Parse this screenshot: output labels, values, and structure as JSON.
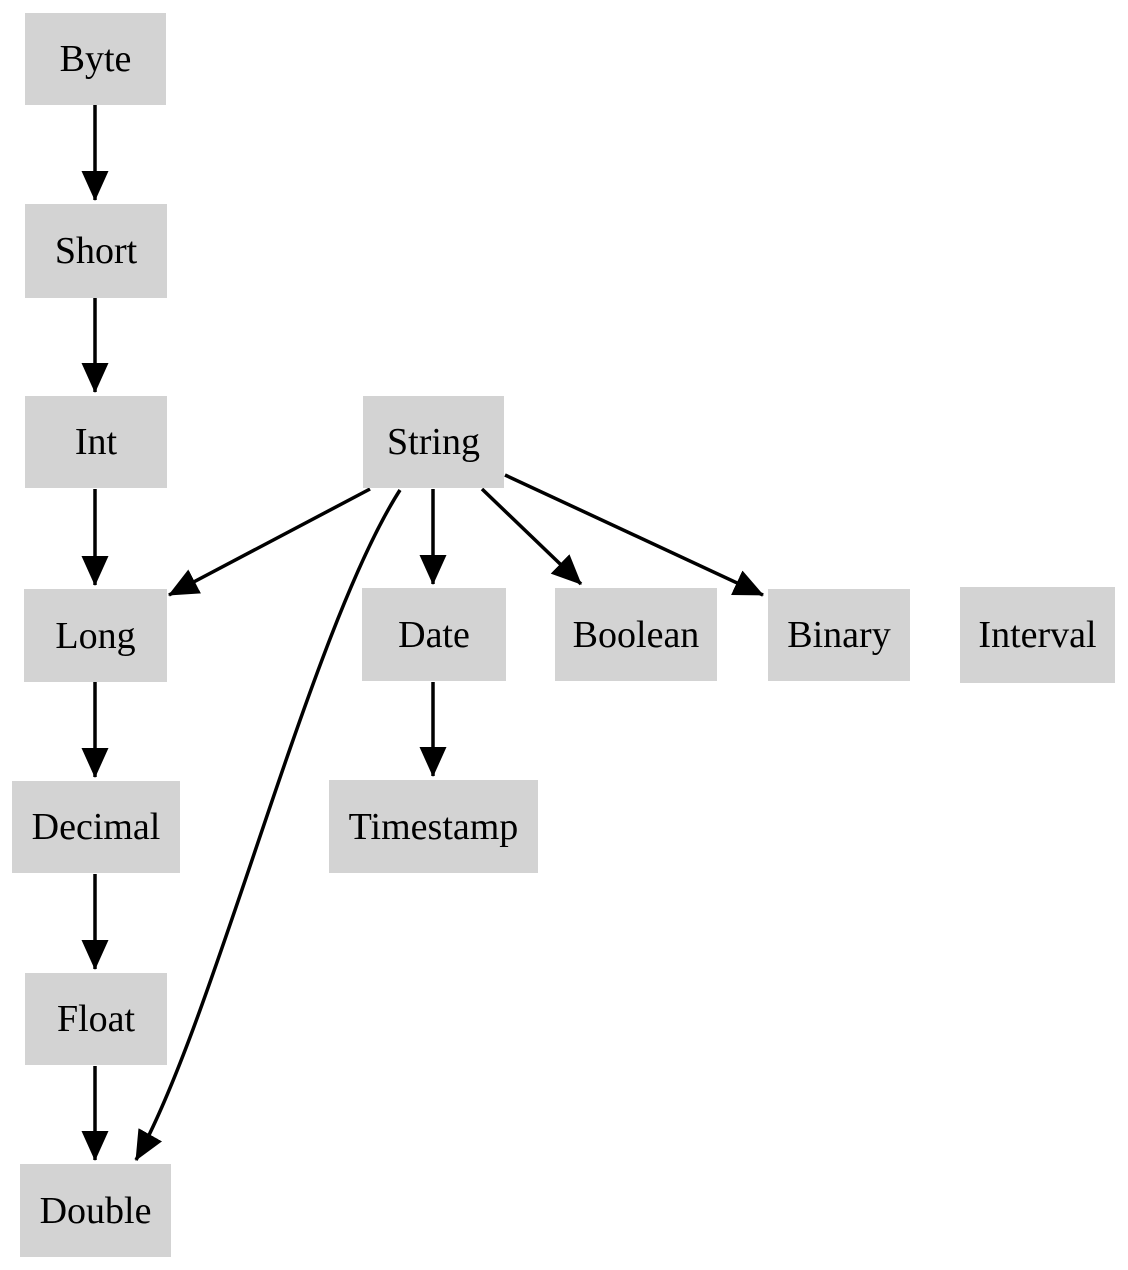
{
  "diagram": {
    "type": "directed-graph",
    "style": {
      "background": "#ffffff",
      "node_fill": "#d3d3d3",
      "node_text_color": "#000000",
      "edge_color": "#000000"
    },
    "nodes": [
      {
        "id": "byte",
        "label": "Byte"
      },
      {
        "id": "short",
        "label": "Short"
      },
      {
        "id": "int",
        "label": "Int"
      },
      {
        "id": "string",
        "label": "String"
      },
      {
        "id": "long",
        "label": "Long"
      },
      {
        "id": "date",
        "label": "Date"
      },
      {
        "id": "boolean",
        "label": "Boolean"
      },
      {
        "id": "binary",
        "label": "Binary"
      },
      {
        "id": "interval",
        "label": "Interval"
      },
      {
        "id": "decimal",
        "label": "Decimal"
      },
      {
        "id": "timestamp",
        "label": "Timestamp"
      },
      {
        "id": "float",
        "label": "Float"
      },
      {
        "id": "double",
        "label": "Double"
      }
    ],
    "edges": [
      {
        "from": "Byte",
        "to": "Short"
      },
      {
        "from": "Short",
        "to": "Int"
      },
      {
        "from": "Int",
        "to": "Long"
      },
      {
        "from": "Long",
        "to": "Decimal"
      },
      {
        "from": "Decimal",
        "to": "Float"
      },
      {
        "from": "Float",
        "to": "Double"
      },
      {
        "from": "String",
        "to": "Long"
      },
      {
        "from": "String",
        "to": "Date"
      },
      {
        "from": "String",
        "to": "Boolean"
      },
      {
        "from": "String",
        "to": "Binary"
      },
      {
        "from": "String",
        "to": "Double"
      },
      {
        "from": "Date",
        "to": "Timestamp"
      }
    ],
    "isolated_nodes": [
      "Interval"
    ]
  }
}
